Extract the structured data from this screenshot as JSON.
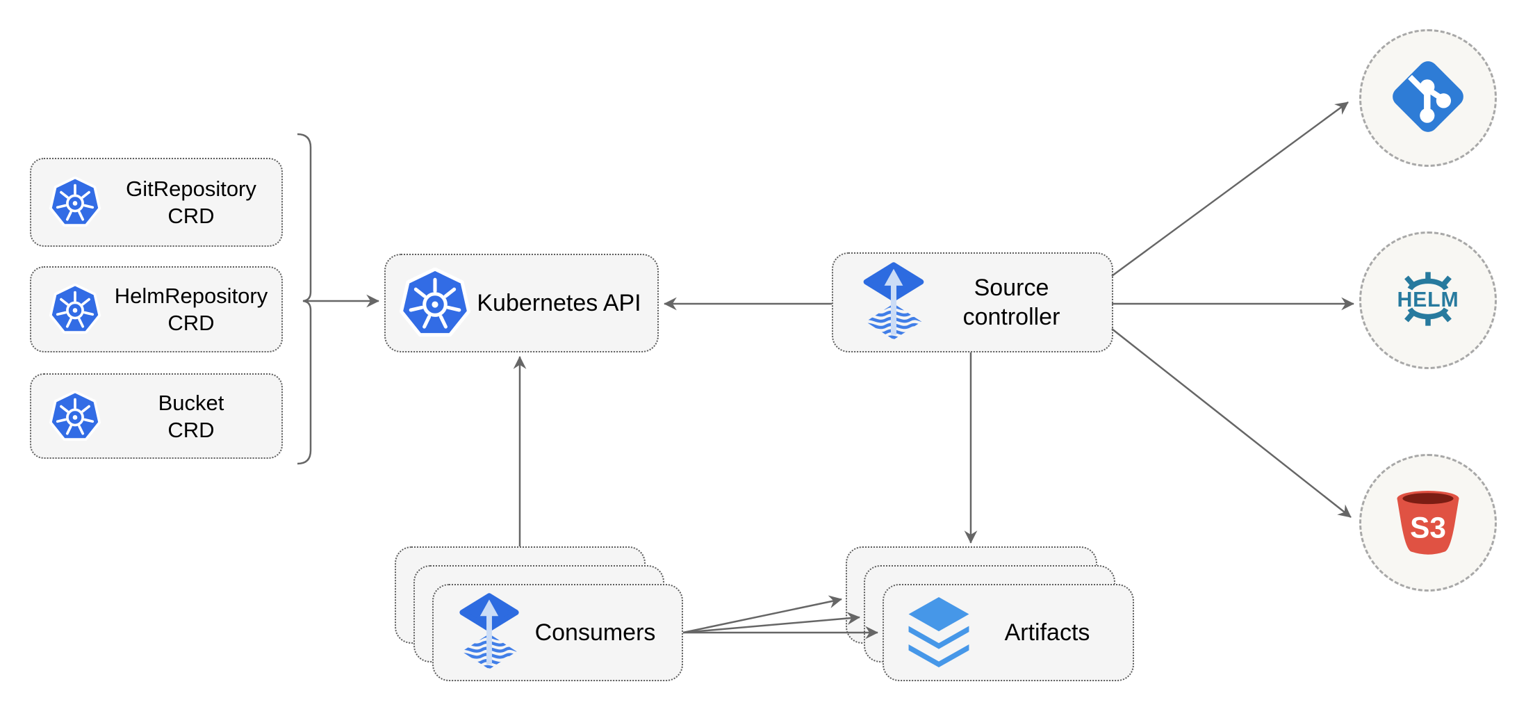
{
  "diagram": {
    "crd_boxes": [
      {
        "line1": "GitRepository",
        "line2": "CRD"
      },
      {
        "line1": "HelmRepository",
        "line2": "CRD"
      },
      {
        "line1": "Bucket",
        "line2": "CRD"
      }
    ],
    "kubernetes_api": {
      "label": "Kubernetes API"
    },
    "source_controller": {
      "line1": "Source",
      "line2": "controller"
    },
    "consumers": {
      "label": "Consumers"
    },
    "artifacts": {
      "label": "Artifacts"
    },
    "externals": {
      "git": {
        "icon": "git-logo"
      },
      "helm": {
        "label": "HELM"
      },
      "s3": {
        "label": "S3"
      }
    },
    "colors": {
      "kubernetes_blue": "#326CE5",
      "flux_diamond_blue": "#2D6BE0",
      "flux_wave_blue": "#417EE7",
      "flux_arrow_light": "#CBDCF6",
      "git_blue": "#2E7CD6",
      "helm_teal": "#277A9E",
      "s3_red": "#E05243",
      "s3_dark_red": "#7B1D13",
      "artifact_layer_blue": "#4697E8",
      "connector_gray": "#666666",
      "node_fill": "#F5F5F5",
      "node_border": "#5C5C5C",
      "circle_fill": "#F8F7F3",
      "circle_border": "#A8A8A8"
    }
  }
}
